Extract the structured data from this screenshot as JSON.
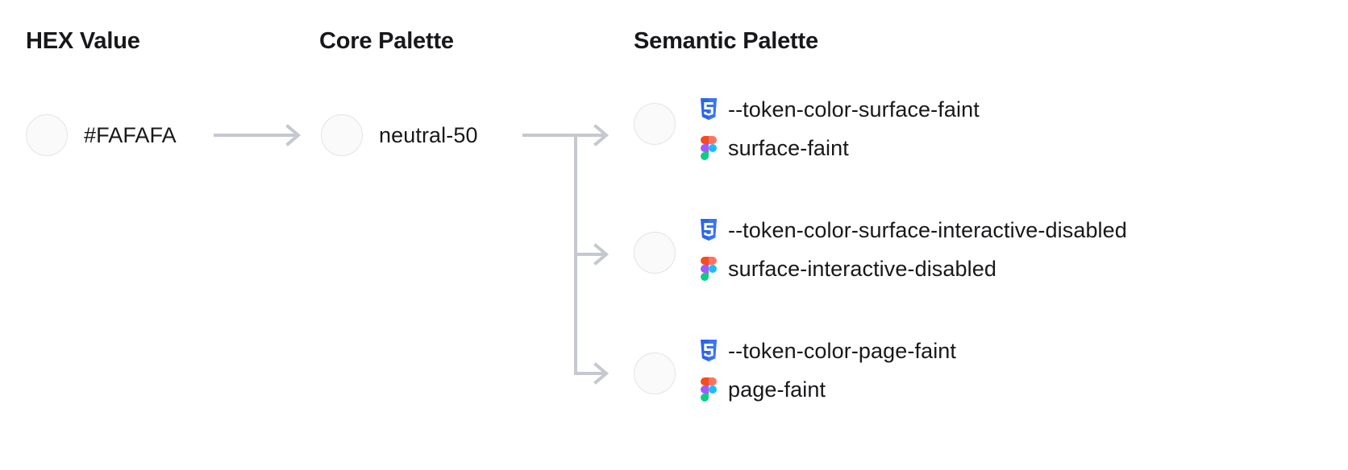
{
  "columns": {
    "hex": {
      "heading": "HEX Value"
    },
    "core": {
      "heading": "Core Palette"
    },
    "semantic": {
      "heading": "Semantic Palette"
    }
  },
  "swatch_color": "#FAFAFA",
  "swatch_border": "#E4E4E7",
  "connector_color": "#C5C8D0",
  "hex": {
    "value": "#FAFAFA"
  },
  "core": {
    "value": "neutral-50"
  },
  "semantic": {
    "rows": [
      {
        "css_icon": "css3-icon",
        "css_token": "--token-color-surface-faint",
        "figma_icon": "figma-icon",
        "figma_token": "surface-faint"
      },
      {
        "css_icon": "css3-icon",
        "css_token": "--token-color-surface-interactive-disabled",
        "figma_icon": "figma-icon",
        "figma_token": "surface-interactive-disabled"
      },
      {
        "css_icon": "css3-icon",
        "css_token": "--token-color-page-faint",
        "figma_icon": "figma-icon",
        "figma_token": "page-faint"
      }
    ]
  },
  "brand_colors": {
    "css3_blue": "#2965F1",
    "figma_orange": "#F24E1E",
    "figma_red": "#FF7262",
    "figma_purple": "#A259FF",
    "figma_cyan": "#1ABCFE",
    "figma_green": "#0ACF83"
  }
}
